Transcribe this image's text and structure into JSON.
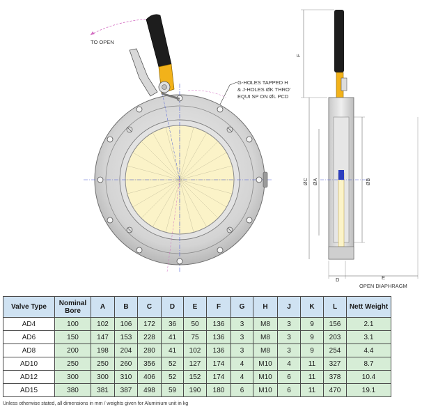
{
  "drawing": {
    "to_open": "TO OPEN",
    "holes_note": [
      "G-HOLES TAPPED H",
      "& J-HOLES ØK THRO'",
      "EQUI SP ON ØL PCD"
    ],
    "dim_f": "F",
    "dim_c": "ØC",
    "dim_a": "ØA",
    "dim_b": "ØB",
    "dim_d": "D",
    "dim_e": "E",
    "open_diaphragm": "OPEN DIAPHRAGM"
  },
  "table": {
    "headers": [
      "Valve Type",
      "Nominal Bore",
      "A",
      "B",
      "C",
      "D",
      "E",
      "F",
      "G",
      "H",
      "J",
      "K",
      "L",
      "Nett Weight"
    ],
    "rows": [
      [
        "AD4",
        "100",
        "102",
        "106",
        "172",
        "36",
        "50",
        "136",
        "3",
        "M8",
        "3",
        "9",
        "156",
        "2.1"
      ],
      [
        "AD6",
        "150",
        "147",
        "153",
        "228",
        "41",
        "75",
        "136",
        "3",
        "M8",
        "3",
        "9",
        "203",
        "3.1"
      ],
      [
        "AD8",
        "200",
        "198",
        "204",
        "280",
        "41",
        "102",
        "136",
        "3",
        "M8",
        "3",
        "9",
        "254",
        "4.4"
      ],
      [
        "AD10",
        "250",
        "250",
        "260",
        "356",
        "52",
        "127",
        "174",
        "4",
        "M10",
        "4",
        "11",
        "327",
        "8.7"
      ],
      [
        "AD12",
        "300",
        "300",
        "310",
        "406",
        "52",
        "152",
        "174",
        "4",
        "M10",
        "6",
        "11",
        "378",
        "10.4"
      ],
      [
        "AD15",
        "380",
        "381",
        "387",
        "498",
        "59",
        "190",
        "180",
        "6",
        "M10",
        "6",
        "11",
        "470",
        "19.1"
      ]
    ]
  },
  "footnote": "Unless otherwise stated, all dimensions in mm / weights given for Aluminium unit in kg",
  "colors": {
    "header_fill": "#cfe2f2",
    "value_fill": "#d6edd6",
    "handle_yellow": "#f2b21a",
    "diaphragm_cream": "#fbf3c8"
  }
}
